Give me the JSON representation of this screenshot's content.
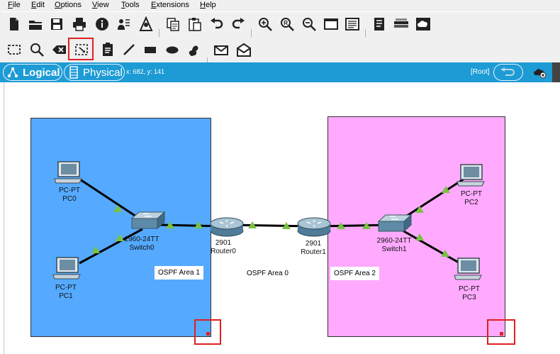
{
  "menu": [
    "File",
    "Edit",
    "Options",
    "View",
    "Tools",
    "Extensions",
    "Help"
  ],
  "toolbar1_icons": [
    "new-file-icon",
    "open-folder-icon",
    "save-icon",
    "print-icon",
    "info-icon",
    "activity-wizard-icon",
    "network-info-icon",
    "copy-icon",
    "paste-icon",
    "undo-icon",
    "redo-icon",
    "zoom-in-icon",
    "zoom-reset-icon",
    "zoom-out-icon",
    "drawing-palette-icon",
    "custom-devices-icon",
    "pdu-list-icon",
    "cluster-icon",
    "cloud-icon"
  ],
  "toolbar2_icons": [
    "select-icon",
    "inspect-icon",
    "delete-icon",
    "resize-shape-icon",
    "place-note-icon",
    "draw-line-icon",
    "draw-rectangle-icon",
    "draw-ellipse-icon",
    "draw-freeform-icon",
    "add-simple-pdu-icon",
    "add-complex-pdu-icon"
  ],
  "modebar": {
    "logical": "Logical",
    "physical": "Physical",
    "coords": "x: 682, y: 141",
    "root": "[Root]"
  },
  "devices": {
    "pc0": {
      "type": "PC-PT",
      "name": "PC0"
    },
    "pc1": {
      "type": "PC-PT",
      "name": "PC1"
    },
    "pc2": {
      "type": "PC-PT",
      "name": "PC2"
    },
    "pc3": {
      "type": "PC-PT",
      "name": "PC3"
    },
    "switch0": {
      "type": "2960-24TT",
      "name": "Switch0"
    },
    "switch1": {
      "type": "2960-24TT",
      "name": "Switch1"
    },
    "router0": {
      "type": "2901",
      "name": "Router0"
    },
    "router1": {
      "type": "2901",
      "name": "Router1"
    }
  },
  "areas": {
    "area1": "OSPF Area 1",
    "area0": "OSPF Area 0",
    "area2": "OSPF Area 2"
  },
  "colors": {
    "area1_fill": "#55aaff",
    "area2_fill": "#ffaaff",
    "link": "#000000",
    "link_light": "#7ac143",
    "mode_bar": "#1d9bd5",
    "highlight": "#e02020"
  }
}
